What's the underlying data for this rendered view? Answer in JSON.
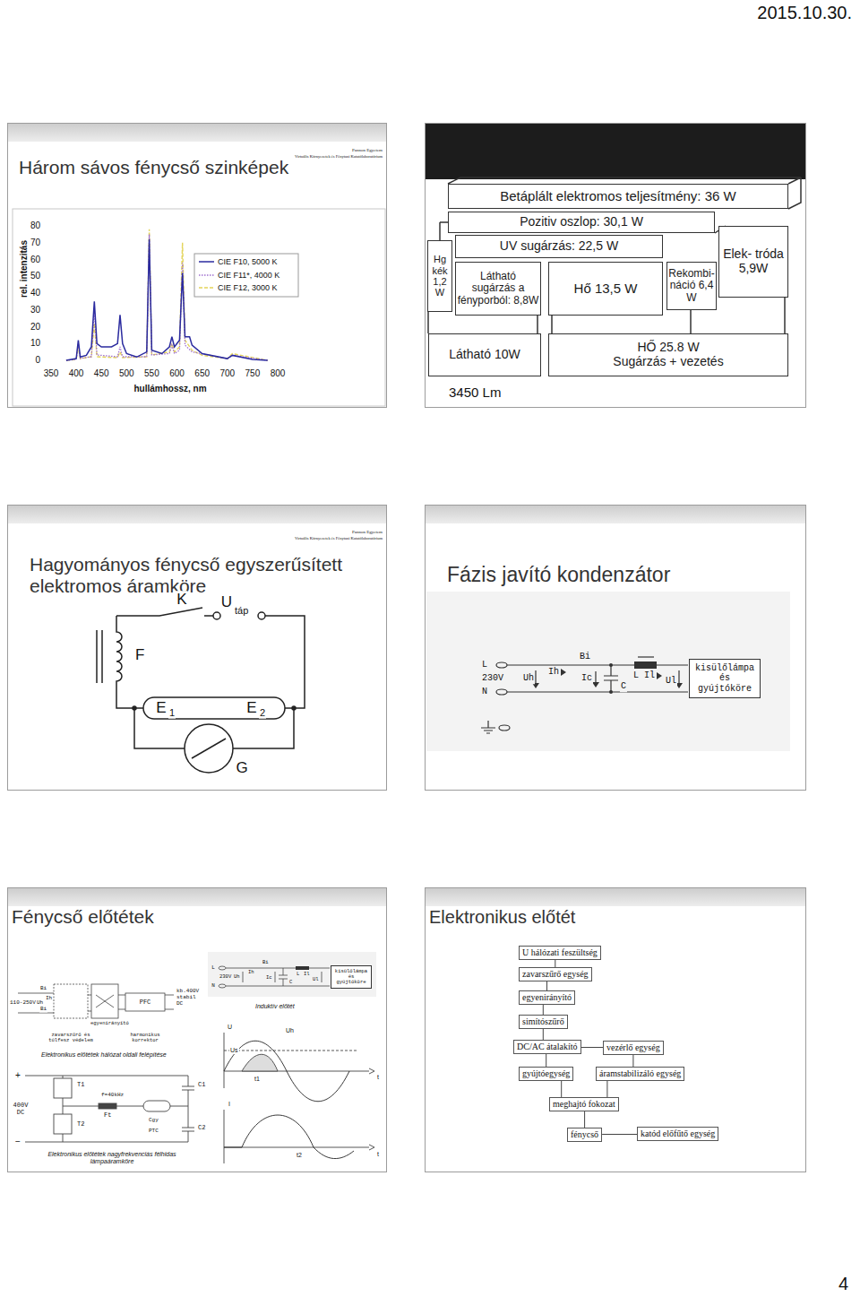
{
  "diagram": {
    "nodes": [
      {
        "text": [
          "Három sávos fénycső szinképek"
        ]
      },
      {
        "text": [
          "Betáplált elektromos teljesítmény: 36 W"
        ]
      },
      {
        "text": [
          "Pozitiv oszlop: 30,1 W"
        ]
      },
      {
        "text": [
          "Elek- tróda 5,9W"
        ]
      },
      {
        "text": [
          "UV sugárzás: 22,5 W"
        ]
      },
      {
        "text": [
          "Hg kék 1,2 W"
        ]
      },
      {
        "text": [
          "Látható sugárzás a fényporból: 8,8W"
        ]
      },
      {
        "text": [
          "Hő 13,5 W"
        ]
      },
      {
        "text": [
          "Rekombi- náció 6,4 W"
        ]
      },
      {
        "text": [
          "Látható 10W"
        ]
      },
      {
        "text": [
          "HŐ 25.8 W",
          "Sugárzás + vezetés"
        ]
      },
      {
        "text": [
          "Hagyományos fénycső egyszerűsített elektromos áramköre"
        ]
      },
      {
        "text": [
          "Fázis javító kondenzátor"
        ]
      },
      {
        "text": [
          "kisülőlámpa és gyújtóköre"
        ],
        "in": 12
      },
      {
        "text": [
          "Fénycső előtétek"
        ]
      },
      {
        "text": [
          "kisülőlámpa és gyújtóköre"
        ],
        "in": 14
      },
      {
        "text": [
          "Elektronikus előtét"
        ]
      },
      {
        "text": [
          "U hálózati feszültség"
        ],
        "in": 16
      },
      {
        "text": [
          "zavarszűrő egység"
        ],
        "in": 16
      },
      {
        "text": [
          "egyenirányító"
        ],
        "in": 16
      },
      {
        "text": [
          "simítószűrő"
        ],
        "in": 16
      },
      {
        "text": [
          "DC/AC átalakító"
        ],
        "in": 16
      },
      {
        "text": [
          "vezérlő egység"
        ],
        "in": 16
      },
      {
        "text": [
          "gyújtóegység"
        ],
        "in": 16
      },
      {
        "text": [
          "áramstabilizáló egység"
        ],
        "in": 16
      },
      {
        "text": [
          "meghajtó fokozat"
        ],
        "in": 16
      },
      {
        "text": [
          "fénycső"
        ],
        "in": 16
      },
      {
        "text": [
          "katód előfűtő egység"
        ],
        "in": 16
      }
    ],
    "edges": [
      {
        "from": 17,
        "to": 18,
        "arrow": "none"
      },
      {
        "from": 18,
        "to": 19,
        "arrow": "none"
      },
      {
        "from": 19,
        "to": 20,
        "arrow": "none"
      },
      {
        "from": 20,
        "to": 21,
        "arrow": "none"
      },
      {
        "from": 21,
        "to": 22,
        "arrow": "none"
      },
      {
        "from": 21,
        "to": 23,
        "arrow": "none"
      },
      {
        "from": 22,
        "to": 24,
        "arrow": "none"
      },
      {
        "from": 23,
        "to": 25,
        "arrow": "none"
      },
      {
        "from": 24,
        "to": 25,
        "arrow": "none"
      },
      {
        "from": 25,
        "to": 26,
        "arrow": "none"
      },
      {
        "from": 26,
        "to": 27,
        "arrow": "none"
      }
    ],
    "labels": [
      "2015.10.30.",
      "Pannon Egyetem",
      "Virtuális Környezetek és Fénytani Kutatólaboratórium",
      "80",
      "70",
      "60",
      "50",
      "40",
      "30",
      "20",
      "10",
      "0",
      "350",
      "400",
      "450",
      "500",
      "550",
      "600",
      "650",
      "700",
      "750",
      "800",
      "rel. intenzitás",
      "hullámhossz, nm",
      "3450 Lm",
      "Pannon Egyetem",
      "Virtuális Környezetek és Fénytani Kutatólaboratórium",
      "K",
      "U",
      "táp",
      "F",
      "E",
      "1",
      "E",
      "2",
      "G",
      "L",
      "230V",
      "N",
      "Uh",
      "Ih",
      "Bi",
      "Ic",
      "C",
      "L",
      "Il",
      "Ul",
      "Bi",
      "Ih",
      "110-250V",
      "Uh",
      "Bi",
      "PFC",
      "kb.400V stabil DC",
      "egyenirányító",
      "zavarszűrő és túlfesz védelem",
      "harmonikus korrektor",
      "Elektronikus előtétek hálózat oldali felépítése",
      "L",
      "230V",
      "N",
      "Uh",
      "Ih",
      "Bi",
      "Ic",
      "C",
      "L",
      "Il",
      "Ul",
      "Induktív előtét",
      "U",
      "Uh",
      "Us",
      "t",
      "t1",
      "t2",
      "I",
      "t",
      "+",
      "400V DC",
      "−",
      "T1",
      "T2",
      "f=40kHz",
      "Ft",
      "C1",
      "C2",
      "Cgy",
      "PTC",
      "Elektronikus előtétek nagyfrekvenciás félhidas lámpaáramköre",
      "4"
    ],
    "legend": [
      {
        "text": "CIE F10, 5000 K"
      },
      {
        "text": "CIE F11*, 4000 K"
      },
      {
        "text": "CIE F12, 3000 K"
      }
    ]
  }
}
